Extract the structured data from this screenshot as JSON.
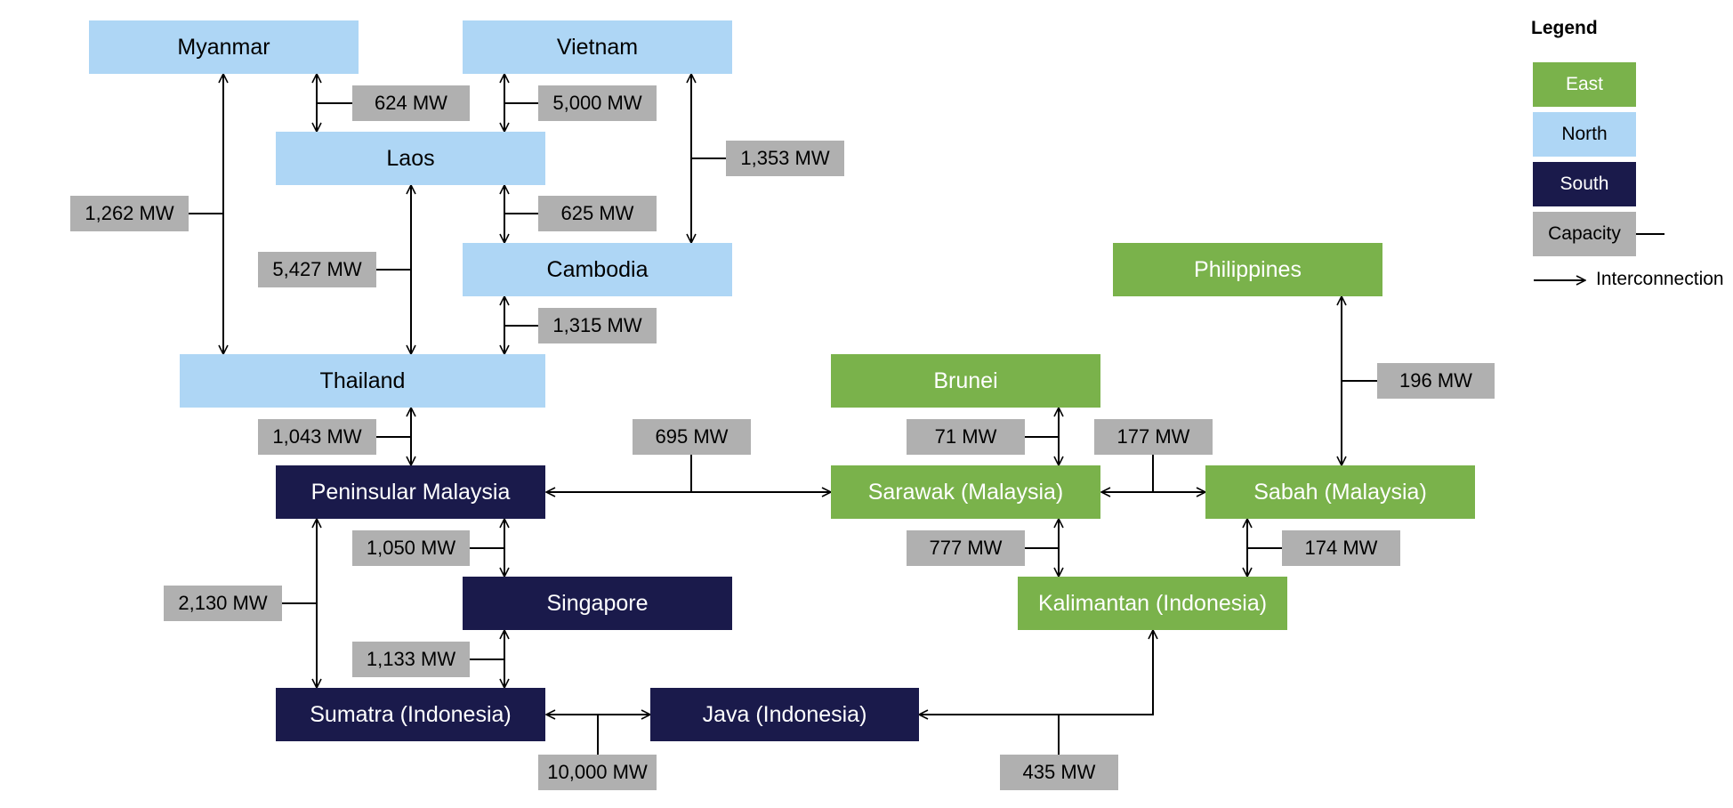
{
  "colors": {
    "north": "#aed6f5",
    "east": "#7ab24b",
    "south": "#1a1a4b",
    "capacity": "#b0b0b0",
    "line": "#000000"
  },
  "nodes": {
    "myanmar": {
      "label": "Myanmar",
      "region": "North"
    },
    "vietnam": {
      "label": "Vietnam",
      "region": "North"
    },
    "laos": {
      "label": "Laos",
      "region": "North"
    },
    "cambodia": {
      "label": "Cambodia",
      "region": "North"
    },
    "thailand": {
      "label": "Thailand",
      "region": "North"
    },
    "philippines": {
      "label": "Philippines",
      "region": "East"
    },
    "brunei": {
      "label": "Brunei",
      "region": "East"
    },
    "sarawak": {
      "label": "Sarawak (Malaysia)",
      "region": "East"
    },
    "sabah": {
      "label": "Sabah (Malaysia)",
      "region": "East"
    },
    "kalimantan": {
      "label": "Kalimantan (Indonesia)",
      "region": "East"
    },
    "peninsular": {
      "label": "Peninsular Malaysia",
      "region": "South"
    },
    "singapore": {
      "label": "Singapore",
      "region": "South"
    },
    "sumatra": {
      "label": "Sumatra (Indonesia)",
      "region": "South"
    },
    "java": {
      "label": "Java (Indonesia)",
      "region": "South"
    }
  },
  "links": {
    "myanmar_laos": {
      "from": "Myanmar",
      "to": "Laos",
      "capacity": "624 MW"
    },
    "vietnam_laos": {
      "from": "Vietnam",
      "to": "Laos",
      "capacity": "5,000 MW"
    },
    "vietnam_cambodia": {
      "from": "Vietnam",
      "to": "Cambodia",
      "capacity": "1,353 MW"
    },
    "myanmar_thailand": {
      "from": "Myanmar",
      "to": "Thailand",
      "capacity": "1,262 MW"
    },
    "laos_cambodia": {
      "from": "Laos",
      "to": "Cambodia",
      "capacity": "625 MW"
    },
    "laos_thailand": {
      "from": "Laos",
      "to": "Thailand",
      "capacity": "5,427 MW"
    },
    "cambodia_thailand": {
      "from": "Cambodia",
      "to": "Thailand",
      "capacity": "1,315 MW"
    },
    "thailand_peninsular": {
      "from": "Thailand",
      "to": "Peninsular Malaysia",
      "capacity": "1,043 MW"
    },
    "peninsular_sarawak": {
      "from": "Peninsular Malaysia",
      "to": "Sarawak (Malaysia)",
      "capacity": "695 MW"
    },
    "brunei_sarawak": {
      "from": "Brunei",
      "to": "Sarawak (Malaysia)",
      "capacity": "71 MW"
    },
    "sarawak_sabah": {
      "from": "Sarawak (Malaysia)",
      "to": "Sabah (Malaysia)",
      "capacity": "177 MW"
    },
    "philippines_sabah": {
      "from": "Philippines",
      "to": "Sabah (Malaysia)",
      "capacity": "196 MW"
    },
    "peninsular_singapore": {
      "from": "Peninsular Malaysia",
      "to": "Singapore",
      "capacity": "1,050 MW"
    },
    "sarawak_kalimantan": {
      "from": "Sarawak (Malaysia)",
      "to": "Kalimantan (Indonesia)",
      "capacity": "777 MW"
    },
    "sabah_kalimantan": {
      "from": "Sabah (Malaysia)",
      "to": "Kalimantan (Indonesia)",
      "capacity": "174 MW"
    },
    "peninsular_sumatra": {
      "from": "Peninsular Malaysia",
      "to": "Sumatra (Indonesia)",
      "capacity": "2,130 MW"
    },
    "singapore_sumatra": {
      "from": "Singapore",
      "to": "Sumatra (Indonesia)",
      "capacity": "1,133 MW"
    },
    "sumatra_java": {
      "from": "Sumatra (Indonesia)",
      "to": "Java (Indonesia)",
      "capacity": "10,000 MW"
    },
    "java_kalimantan": {
      "from": "Java (Indonesia)",
      "to": "Kalimantan (Indonesia)",
      "capacity": "435 MW"
    }
  },
  "legend": {
    "title": "Legend",
    "east": "East",
    "north": "North",
    "south": "South",
    "capacity": "Capacity",
    "interconnection": "Interconnection"
  }
}
